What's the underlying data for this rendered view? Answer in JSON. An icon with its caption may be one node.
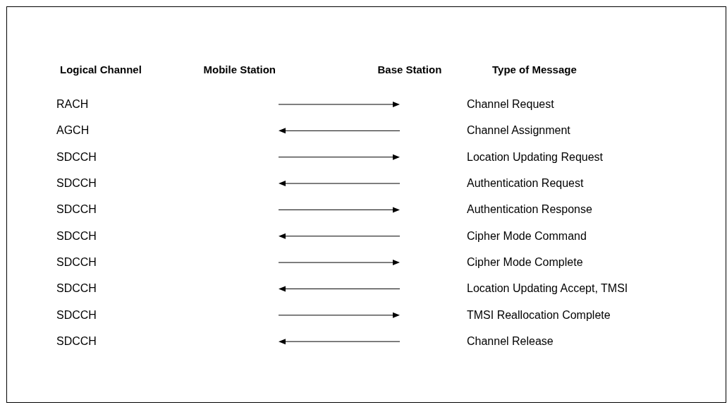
{
  "diagram": {
    "labels": [
      "Logical Channel",
      "Mobile Station",
      "Base Station",
      "Type of Message",
      "RACH",
      "Channel Request",
      "AGCH",
      "Channel Assignment",
      "SDCCH",
      "Location Updating Request",
      "SDCCH",
      "Authentication Request",
      "SDCCH",
      "Authentication Response",
      "SDCCH",
      "Cipher Mode Command",
      "SDCCH",
      "Cipher Mode Complete",
      "SDCCH",
      "Location Updating Accept, TMSI",
      "SDCCH",
      "TMSI Reallocation Complete",
      "SDCCH",
      "Channel Release"
    ]
  }
}
